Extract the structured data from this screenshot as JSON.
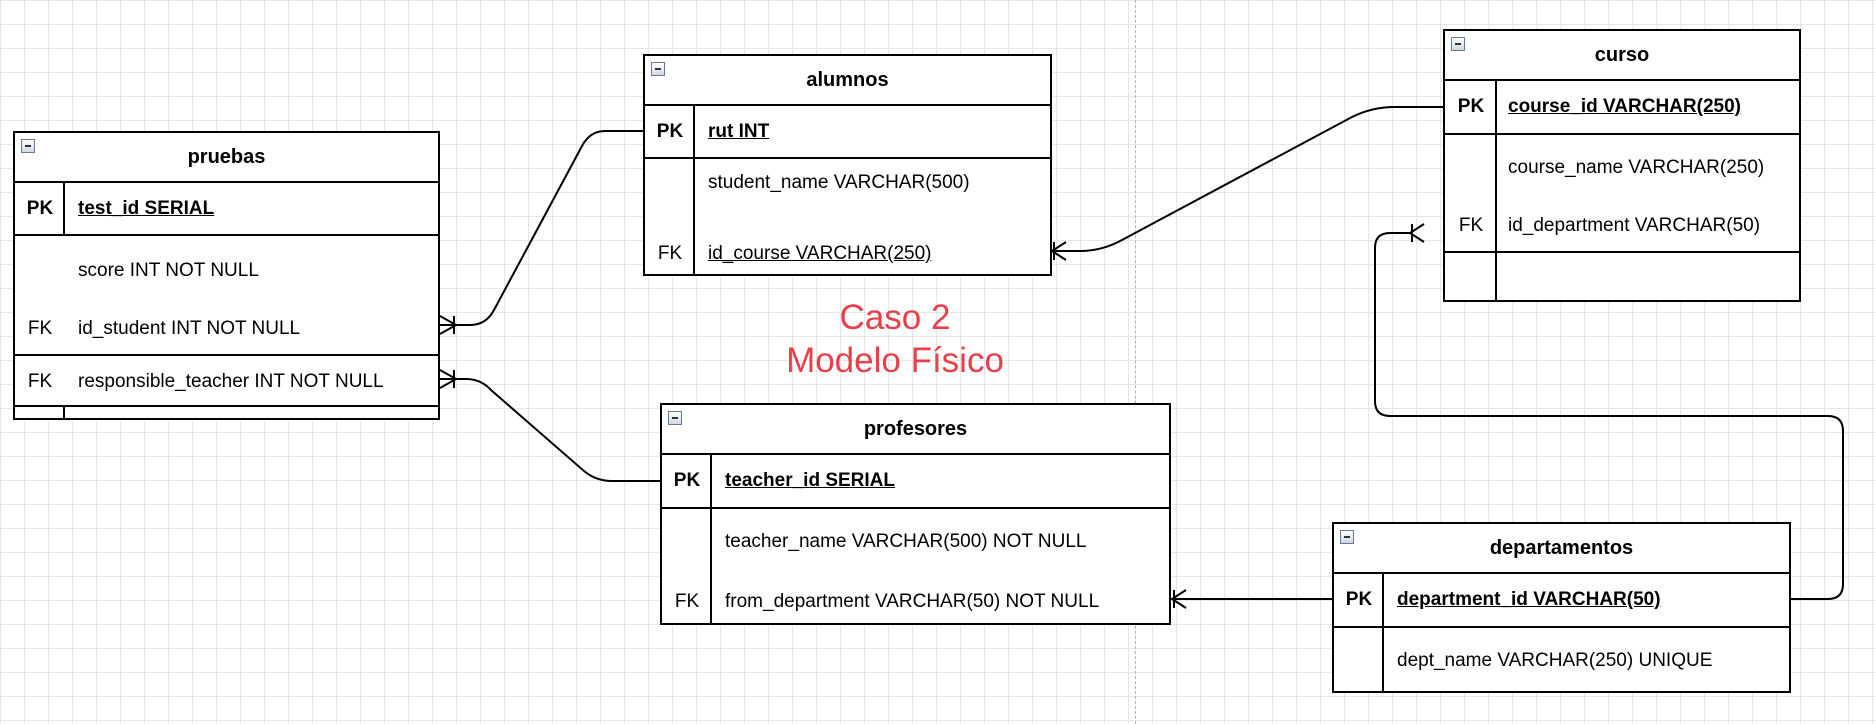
{
  "diagram": {
    "caption": {
      "line1": "Caso 2",
      "line2": "Modelo Físico"
    },
    "colors": {
      "caption": "#e8404a",
      "lines": "#000000",
      "grid": "#e6e6e6",
      "divider": "#b3b3b3"
    },
    "relationship_marker": "crow-foot-one-or-many",
    "entities": {
      "pruebas": {
        "title": "pruebas",
        "rows": [
          {
            "key": "PK",
            "field": "test_id SERIAL"
          },
          {
            "key": "",
            "field": "score INT NOT NULL"
          },
          {
            "key": "FK",
            "field": "id_student INT NOT NULL"
          },
          {
            "key": "FK",
            "field": "responsible_teacher INT NOT NULL"
          }
        ]
      },
      "alumnos": {
        "title": "alumnos",
        "rows": [
          {
            "key": "PK",
            "field": "rut INT"
          },
          {
            "key": "",
            "field": "student_name VARCHAR(500)"
          },
          {
            "key": "FK",
            "field": "id_course VARCHAR(250) "
          }
        ]
      },
      "curso": {
        "title": "curso",
        "rows": [
          {
            "key": "PK",
            "field": "course_id  VARCHAR(250)"
          },
          {
            "key": "",
            "field": "course_name VARCHAR(250)"
          },
          {
            "key": "FK",
            "field": "id_department VARCHAR(50)"
          }
        ]
      },
      "profesores": {
        "title": "profesores",
        "rows": [
          {
            "key": "PK",
            "field": "teacher_id SERIAL"
          },
          {
            "key": "",
            "field": "teacher_name VARCHAR(500) NOT NULL"
          },
          {
            "key": "FK",
            "field": "from_department VARCHAR(50) NOT NULL"
          }
        ]
      },
      "departamentos": {
        "title": "departamentos",
        "rows": [
          {
            "key": "PK",
            "field": "department_id VARCHAR(50)"
          },
          {
            "key": "",
            "field": "dept_name VARCHAR(250) UNIQUE"
          }
        ]
      }
    },
    "relationships": [
      {
        "from": "alumnos.rut",
        "to": "pruebas.id_student"
      },
      {
        "from": "profesores.teacher_id",
        "to": "pruebas.responsible_teacher"
      },
      {
        "from": "curso.course_id",
        "to": "alumnos.id_course"
      },
      {
        "from": "departamentos.department_id",
        "to": "profesores.from_department"
      },
      {
        "from": "departamentos.department_id",
        "to": "curso.id_department"
      }
    ]
  }
}
